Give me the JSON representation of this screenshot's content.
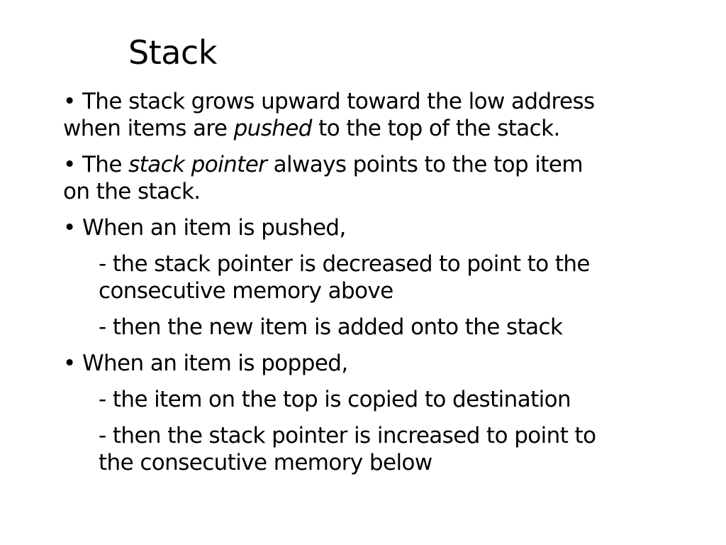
{
  "slide": {
    "title": "Stack",
    "bullet_char": "•",
    "bullets": [
      {
        "lines": [
          [
            "The stack grows upward toward the low address"
          ],
          [
            "when items are ",
            "pushed",
            " to the top of the stack."
          ]
        ]
      },
      {
        "lines": [
          [
            "The ",
            "stack pointer",
            " always points to the top item"
          ],
          [
            "on the stack."
          ]
        ]
      },
      {
        "lines": [
          [
            "When an item is pushed,"
          ]
        ],
        "subs": [
          {
            "lines": [
              "- the stack pointer is decreased to point to the",
              "consecutive memory above"
            ]
          },
          {
            "lines": [
              "- then the new item is added onto the stack"
            ]
          }
        ]
      },
      {
        "lines": [
          [
            "When an item is popped,"
          ]
        ],
        "subs": [
          {
            "lines": [
              "- the item on the top is copied to destination"
            ]
          },
          {
            "lines": [
              "- then the stack pointer is increased to point to",
              "the consecutive memory below"
            ]
          }
        ]
      }
    ]
  }
}
